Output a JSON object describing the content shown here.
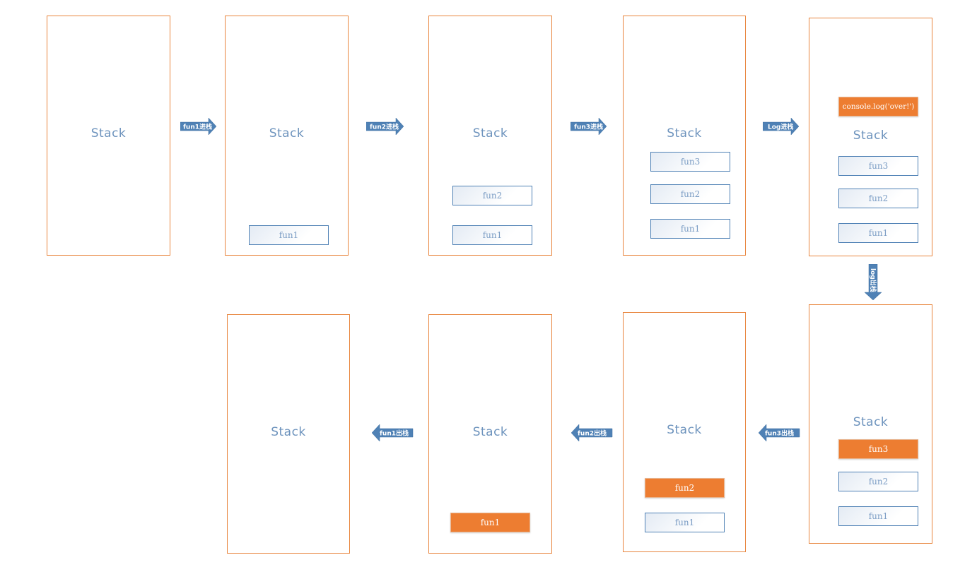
{
  "stack_label": "Stack",
  "frames": {
    "fun1": "fun1",
    "fun2": "fun2",
    "fun3": "fun3",
    "log": "console.log('over!')"
  },
  "arrows": {
    "fun1_push": "fun1进栈",
    "fun2_push": "fun2进栈",
    "fun3_push": "fun3进栈",
    "log_push": "Log进栈",
    "log_pop": "log出栈",
    "fun3_pop": "fun3出栈",
    "fun2_pop": "fun2出栈",
    "fun1_pop": "fun1出栈"
  },
  "colors": {
    "stack_border": "#e8853d",
    "frame_border": "#4f81b5",
    "frame_active": "#ed7d31",
    "arrow_fill": "#4f81b5",
    "stack_text": "#6d93bd"
  }
}
